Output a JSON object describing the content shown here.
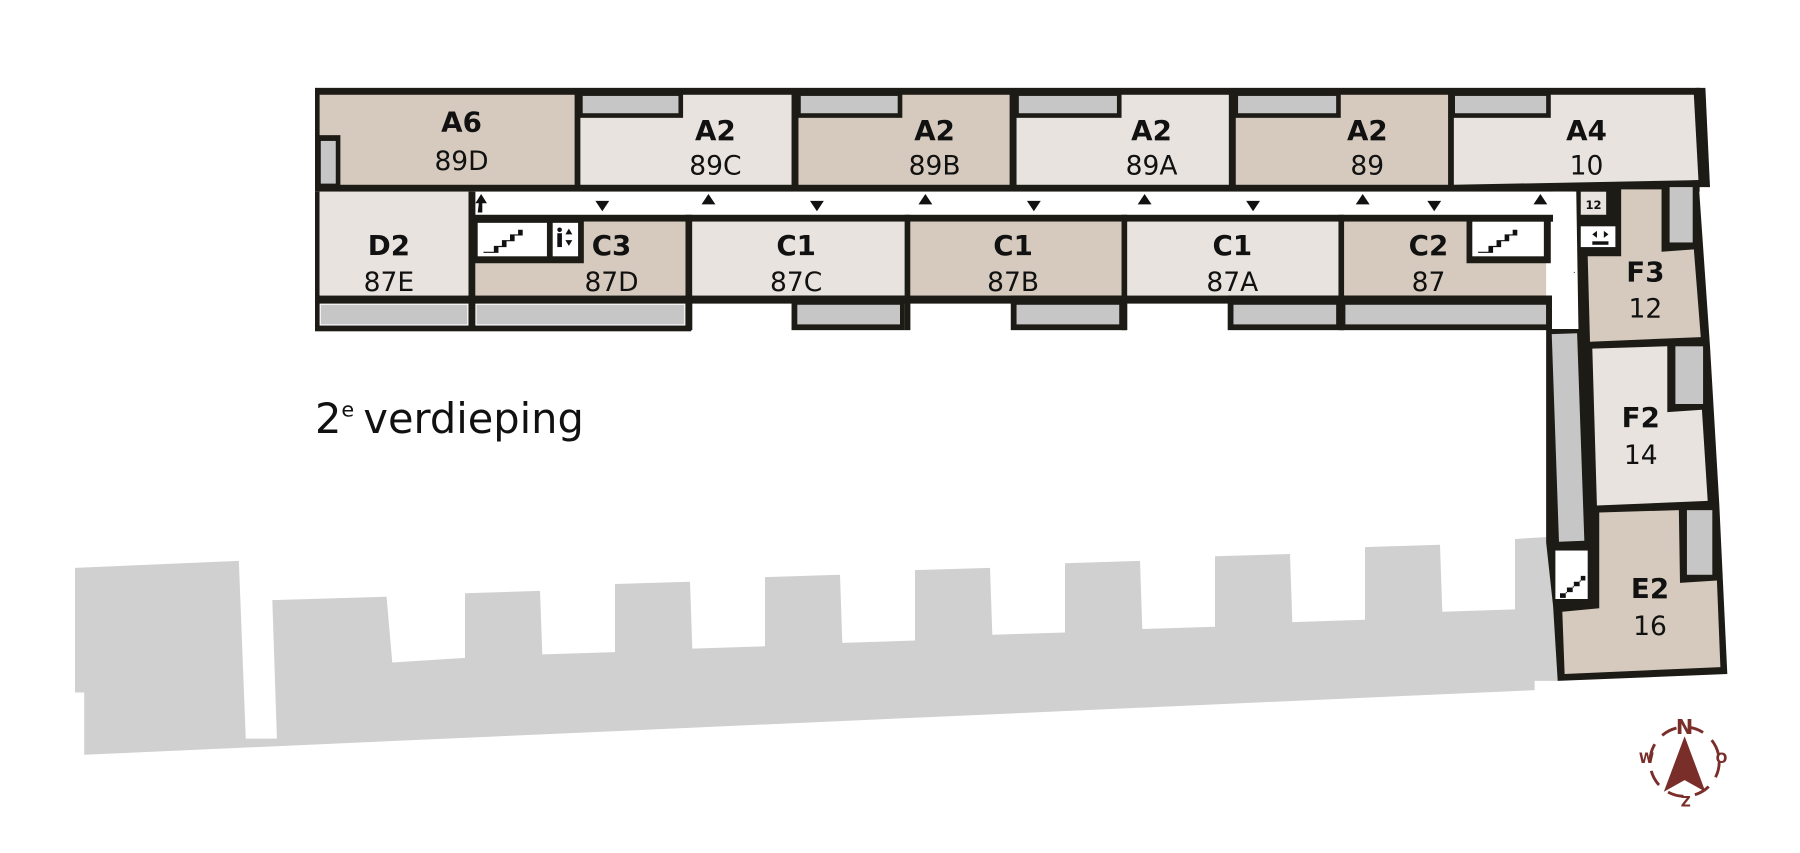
{
  "floor_label": {
    "number": "2",
    "suffix": "e",
    "text": "verdieping"
  },
  "rooms": {
    "a6": {
      "code": "A6",
      "number": "89D"
    },
    "a2_89c": {
      "code": "A2",
      "number": "89C"
    },
    "a2_89b": {
      "code": "A2",
      "number": "89B"
    },
    "a2_89a": {
      "code": "A2",
      "number": "89A"
    },
    "a2_89": {
      "code": "A2",
      "number": "89"
    },
    "a4": {
      "code": "A4",
      "number": "10"
    },
    "d2": {
      "code": "D2",
      "number": "87E"
    },
    "c3": {
      "code": "C3",
      "number": "87D"
    },
    "c1_87c": {
      "code": "C1",
      "number": "87C"
    },
    "c1_87b": {
      "code": "C1",
      "number": "87B"
    },
    "c1_87a": {
      "code": "C1",
      "number": "87A"
    },
    "c2": {
      "code": "C2",
      "number": "87"
    },
    "f3": {
      "code": "F3",
      "number": "12"
    },
    "f2": {
      "code": "F2",
      "number": "14"
    },
    "e2": {
      "code": "E2",
      "number": "16"
    }
  },
  "small_room_label": "12",
  "compass": {
    "n": "N",
    "o": "O",
    "z": "Z",
    "w": "W"
  },
  "colors": {
    "room_dark": "#d5cabd",
    "room_light": "#e8e3de",
    "storage": "#c6c6c6",
    "wall": "#1c1b16",
    "compass": "#7a2e2a",
    "neighbour": "#d0d0d0"
  }
}
